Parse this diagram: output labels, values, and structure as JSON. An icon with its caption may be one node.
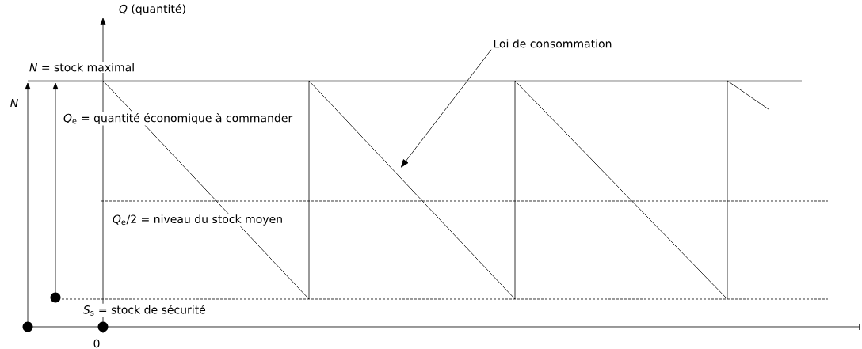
{
  "diagram": {
    "nodes": [
      {
        "text": [
          "Loi de consommation"
        ]
      },
      {
        "text": [],
        "shape": "line"
      }
    ],
    "edges": [
      {
        "from": 0,
        "to": 1,
        "arrow": "to"
      }
    ],
    "labels": [
      "*Q* (quantité)",
      "*N* = stock maximal",
      "*N*",
      "*Q*$_{e}$ = quantité économique à commander",
      "*Q*$_{e}$/2  = niveau du stock moyen",
      "*S*$_{s}$ = stock de sécurité",
      "0"
    ]
  }
}
